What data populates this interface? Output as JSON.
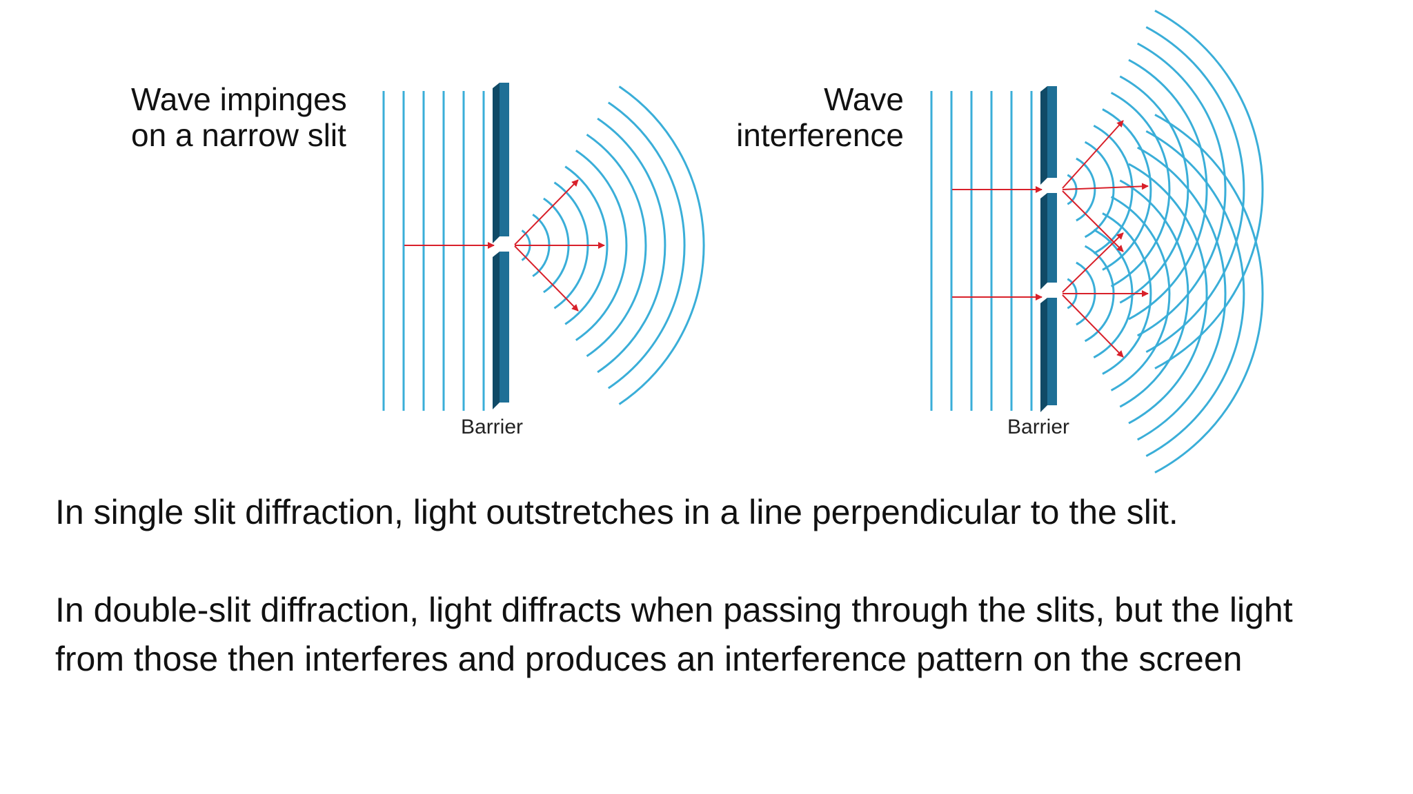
{
  "diagrams": {
    "single_slit": {
      "title": "Wave impinges\non a narrow slit",
      "barrier_label": "Barrier"
    },
    "double_slit": {
      "title": "Wave\ninterference",
      "barrier_label": "Barrier"
    }
  },
  "captions": {
    "single": "In single slit diffraction, light outstretches in a line perpendicular to the slit.",
    "double": "In double-slit diffraction, light diffracts when passing through the slits, but the light from those then interferes and produces an interference pattern on the screen"
  },
  "colors": {
    "wave": "#3aaed8",
    "barrier_front": "#1e6f96",
    "barrier_side": "#104a66",
    "arrow": "#d8202a",
    "text": "#111111"
  }
}
